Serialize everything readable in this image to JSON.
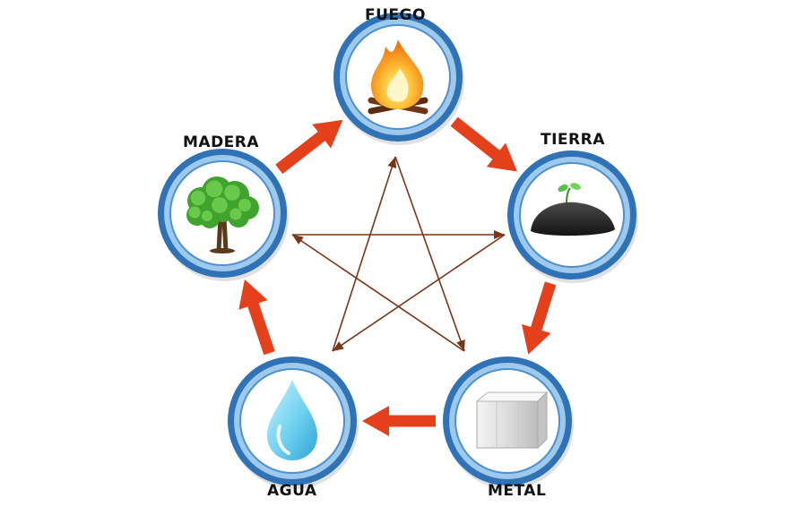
{
  "diagram": {
    "elements": [
      {
        "id": "fuego",
        "label": "FUEGO",
        "icon": "fire-icon"
      },
      {
        "id": "tierra",
        "label": "TIERRA",
        "icon": "rock-sprout-icon"
      },
      {
        "id": "metal",
        "label": "METAL",
        "icon": "metal-block-icon"
      },
      {
        "id": "agua",
        "label": "AGUA",
        "icon": "water-drop-icon"
      },
      {
        "id": "madera",
        "label": "MADERA",
        "icon": "tree-icon"
      }
    ],
    "generating_cycle": [
      {
        "from": "fuego",
        "to": "tierra"
      },
      {
        "from": "tierra",
        "to": "metal"
      },
      {
        "from": "metal",
        "to": "agua"
      },
      {
        "from": "agua",
        "to": "madera"
      },
      {
        "from": "madera",
        "to": "fuego"
      }
    ],
    "controlling_cycle": [
      {
        "from": "fuego",
        "to": "metal"
      },
      {
        "from": "metal",
        "to": "madera"
      },
      {
        "from": "madera",
        "to": "tierra"
      },
      {
        "from": "tierra",
        "to": "agua"
      },
      {
        "from": "agua",
        "to": "fuego"
      }
    ],
    "colors": {
      "ring_outer": "#2f72b5",
      "ring_inner": "#9cc9ec",
      "generating_arrow": "#e5401c",
      "controlling_arrow": "#7a3418"
    }
  }
}
